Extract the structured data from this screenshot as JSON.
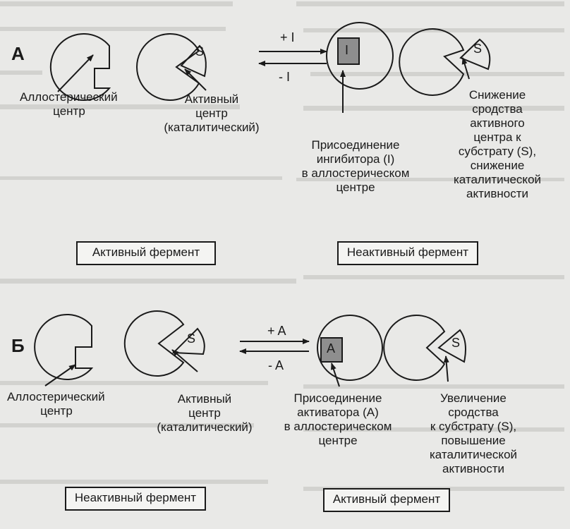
{
  "panel_a": {
    "letter": "А",
    "substrate": "S",
    "inhibitor": "I",
    "arrow_forward": "+ I",
    "arrow_backward": "- I",
    "label_allosteric": [
      "Аллостерический",
      "центр"
    ],
    "label_active_center": [
      "Активный",
      "центр",
      "(каталитический)"
    ],
    "label_inhibitor_binding": [
      "Присоединение",
      "ингибитора (I)",
      "в аллостерическом",
      "центре"
    ],
    "label_affinity_decrease": [
      "Снижение",
      "сродства",
      "активного",
      "центра к",
      "субстрату (S),",
      "снижение",
      "каталитической",
      "активности"
    ],
    "box_left": "Активный фермент",
    "box_right": "Неактивный фермент"
  },
  "panel_b": {
    "letter": "Б",
    "substrate": "S",
    "activator": "A",
    "arrow_forward": "+ A",
    "arrow_backward": "- A",
    "label_allosteric": [
      "Аллостерический",
      "центр"
    ],
    "label_active_center": [
      "Активный",
      "центр",
      "(каталитический)"
    ],
    "label_activator_binding": [
      "Присоединение",
      "активатора (A)",
      "в аллостерическом",
      "центре"
    ],
    "label_affinity_increase": [
      "Увеличение",
      "сродства",
      "к субстрату (S),",
      "повышение",
      "каталитической",
      "активности"
    ],
    "box_left": "Неактивный фермент",
    "box_right": "Активный фермент"
  },
  "colors": {
    "ink": "#1a1a1a",
    "paper": "#e9e9e7",
    "ligand_fill": "#8e8e8e"
  }
}
